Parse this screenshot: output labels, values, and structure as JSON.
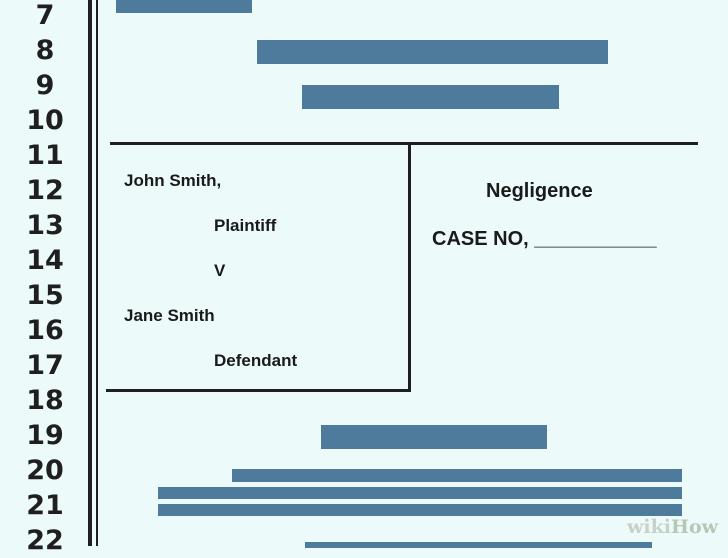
{
  "line_numbers": [
    "7",
    "8",
    "9",
    "10",
    "11",
    "12",
    "13",
    "14",
    "15",
    "16",
    "17",
    "18",
    "19",
    "20",
    "21",
    "22"
  ],
  "caption": {
    "plaintiff_name": "John Smith,",
    "plaintiff_role": "Plaintiff",
    "versus": "V",
    "defendant_name": "Jane Smith",
    "defendant_role": "Defendant"
  },
  "case_info": {
    "cause": "Negligence",
    "case_no": "CASE NO, ___________"
  },
  "watermark": {
    "part1": "wiki",
    "part2": "How"
  },
  "colors": {
    "background": "#ecfbfa",
    "redaction_bar": "#4e7b9b",
    "ink": "#1f1f1f"
  }
}
